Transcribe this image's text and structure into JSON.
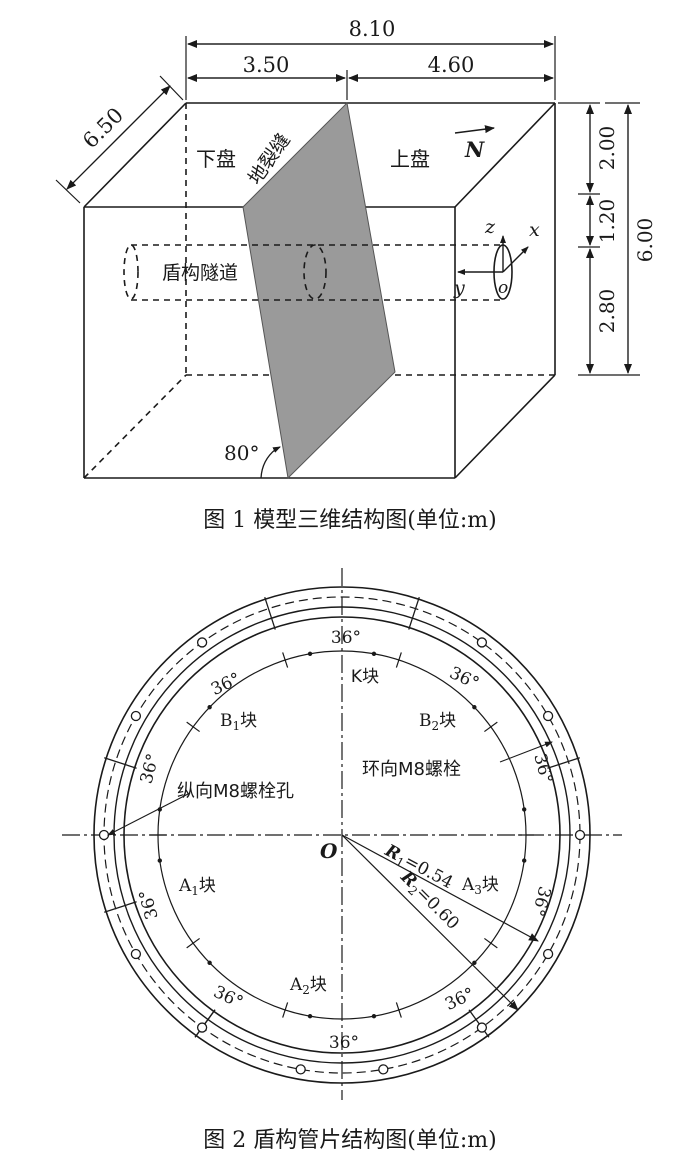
{
  "figure1": {
    "caption": "图 1  模型三维结构图(单位:m)",
    "dims": {
      "total_width": "8.10",
      "left_width": "3.50",
      "right_width": "4.60",
      "depth": "6.50",
      "top_seg": "2.00",
      "mid_seg": "1.20",
      "bottom_seg": "2.80",
      "total_height": "6.00"
    },
    "labels": {
      "footwall": "下盘",
      "hangingwall": "上盘",
      "fissure": "地裂缝",
      "tunnel": "盾构隧道",
      "north": "N",
      "angle": "80°",
      "axis_x": "x",
      "axis_y": "y",
      "axis_z": "z",
      "origin": "o"
    }
  },
  "figure2": {
    "caption": "图 2  盾构管片结构图(单位:m)",
    "labels": {
      "center": "O",
      "block_k": "K块",
      "block_b1": "B",
      "block_b1_sub": "1",
      "block_b1_suffix": "块",
      "block_b2": "B",
      "block_b2_sub": "2",
      "block_b2_suffix": "块",
      "block_a1": "A",
      "block_a1_sub": "1",
      "block_a1_suffix": "块",
      "block_a2": "A",
      "block_a2_sub": "2",
      "block_a2_suffix": "块",
      "block_a3": "A",
      "block_a3_sub": "3",
      "block_a3_suffix": "块",
      "longitudinal_bolt_hole": "纵向M8螺栓孔",
      "circumferential_bolt": "环向M8螺栓",
      "r1": "R",
      "r1_sub": "1",
      "r1_value": "=0.54",
      "r2": "R",
      "r2_sub": "2",
      "r2_value": "=0.60",
      "angle_top": "36°",
      "angle_k_left": "36°",
      "angle_k_right": "36°",
      "angle_left": "36°",
      "angle_right": "36°",
      "angle_a1": "36°",
      "angle_a3": "36°",
      "angle_bottom_left": "36°",
      "angle_bottom_right": "36°",
      "angle_bottom": "36°"
    }
  }
}
